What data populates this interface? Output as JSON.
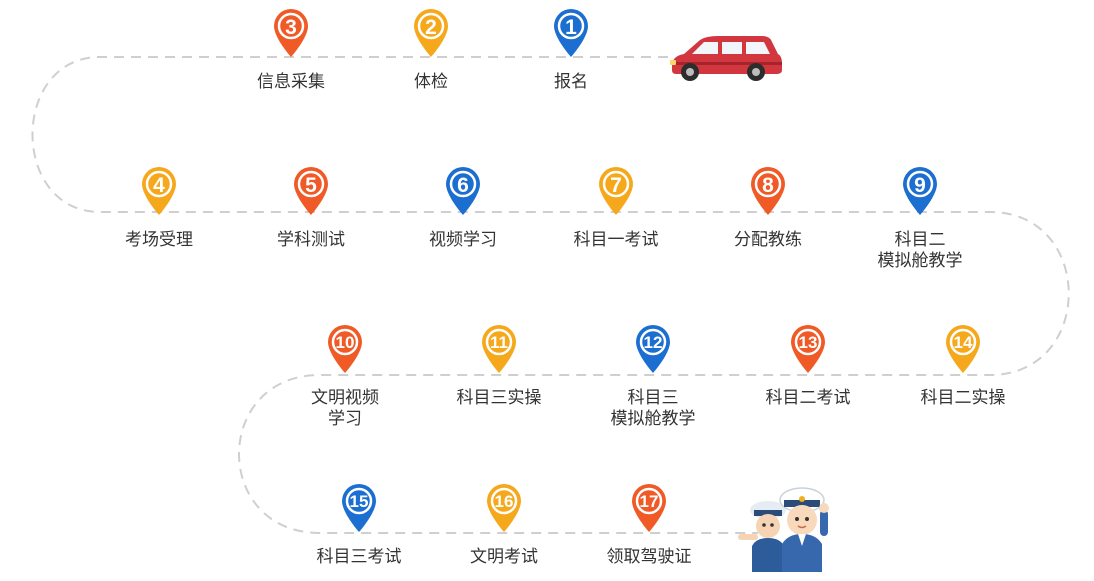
{
  "colors": {
    "orange_red": "#ef5a26",
    "orange": "#f6a81c",
    "blue": "#1c6fd0",
    "road": "#cfcfcf",
    "label": "#333333"
  },
  "steps": [
    {
      "num": "1",
      "label": "报名",
      "color": "#1c6fd0"
    },
    {
      "num": "2",
      "label": "体检",
      "color": "#f6a81c"
    },
    {
      "num": "3",
      "label": "信息采集",
      "color": "#ef5a26"
    },
    {
      "num": "4",
      "label": "考场受理",
      "color": "#f6a81c"
    },
    {
      "num": "5",
      "label": "学科测试",
      "color": "#ef5a26"
    },
    {
      "num": "6",
      "label": "视频学习",
      "color": "#1c6fd0"
    },
    {
      "num": "7",
      "label": "科目一考试",
      "color": "#f6a81c"
    },
    {
      "num": "8",
      "label": "分配教练",
      "color": "#ef5a26"
    },
    {
      "num": "9",
      "label": "科目二\n模拟舱教学",
      "color": "#1c6fd0"
    },
    {
      "num": "10",
      "label": "文明视频\n学习",
      "color": "#ef5a26"
    },
    {
      "num": "11",
      "label": "科目三实操",
      "color": "#f6a81c"
    },
    {
      "num": "12",
      "label": "科目三\n模拟舱教学",
      "color": "#1c6fd0"
    },
    {
      "num": "13",
      "label": "科目二考试",
      "color": "#ef5a26"
    },
    {
      "num": "14",
      "label": "科目二实操",
      "color": "#f6a81c"
    },
    {
      "num": "15",
      "label": "科目三考试",
      "color": "#1c6fd0"
    },
    {
      "num": "16",
      "label": "文明考试",
      "color": "#f6a81c"
    },
    {
      "num": "17",
      "label": "领取驾驶证",
      "color": "#ef5a26"
    }
  ],
  "icons": {
    "start": "car-icon",
    "finish": "traffic-police-icon"
  }
}
